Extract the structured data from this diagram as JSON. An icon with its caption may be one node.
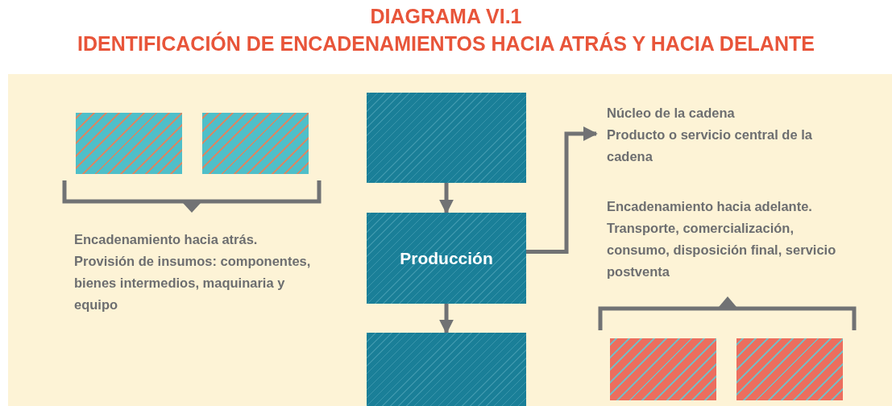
{
  "diagram": {
    "title": "DIAGRAMA VI.1",
    "nodes": [
      {
        "text": [],
        "shape": "box"
      },
      {
        "text": [],
        "shape": "box"
      },
      {
        "text": [],
        "shape": "box"
      },
      {
        "text": [
          "Producción"
        ]
      },
      {
        "text": [],
        "shape": "box"
      },
      {
        "text": [
          "Núcleo de la cadena",
          "Producto o servicio central de la cadena"
        ]
      },
      {
        "text": [],
        "shape": "box"
      },
      {
        "text": [],
        "shape": "box"
      }
    ],
    "edges": [
      {
        "from": 2,
        "to": 3,
        "arrow": "to"
      },
      {
        "from": 3,
        "to": 4,
        "arrow": "to"
      },
      {
        "from": 3,
        "to": 5,
        "arrow": "to"
      }
    ],
    "labels": [
      "IDENTIFICACIÓN DE ENCADENAMIENTOS HACIA ATRÁS Y HACIA DELANTE",
      "Encadenamiento hacia atrás.",
      "Provisión de insumos: componentes, bienes intermedios, maquinaria y equipo",
      "Encadenamiento hacia adelante.",
      "Transporte, comercialización, consumo, disposición final, servicio postventa"
    ]
  }
}
